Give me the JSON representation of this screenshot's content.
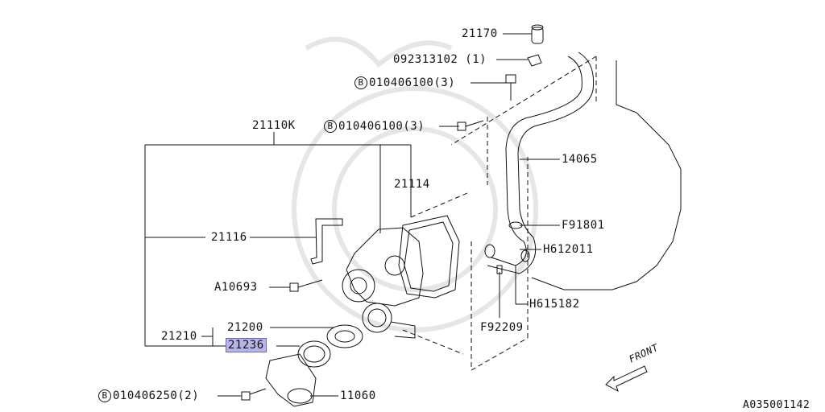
{
  "parts": {
    "p21170": "21170",
    "p092313102": "092313102",
    "p092313102_qty": "(1)",
    "p010406100_top": "010406100",
    "p010406100_top_qty": "(3)",
    "p010406100_mid": "010406100",
    "p010406100_mid_qty": "(3)",
    "p21110K": "21110K",
    "p14065": "14065",
    "p21114": "21114",
    "pF91801": "F91801",
    "p21116": "21116",
    "pH612011": "H612011",
    "pA10693": "A10693",
    "pH615182": "H615182",
    "p21200": "21200",
    "pF92209": "F92209",
    "p21210": "21210",
    "p21236": "21236",
    "p010406250": "010406250",
    "p010406250_qty": "(2)",
    "p11060": "11060"
  },
  "bolt_marker": "B",
  "front_label": "FRONT",
  "figure_id": "A035001142",
  "colors": {
    "highlight": "#b7b4e6",
    "line": "#111111"
  }
}
